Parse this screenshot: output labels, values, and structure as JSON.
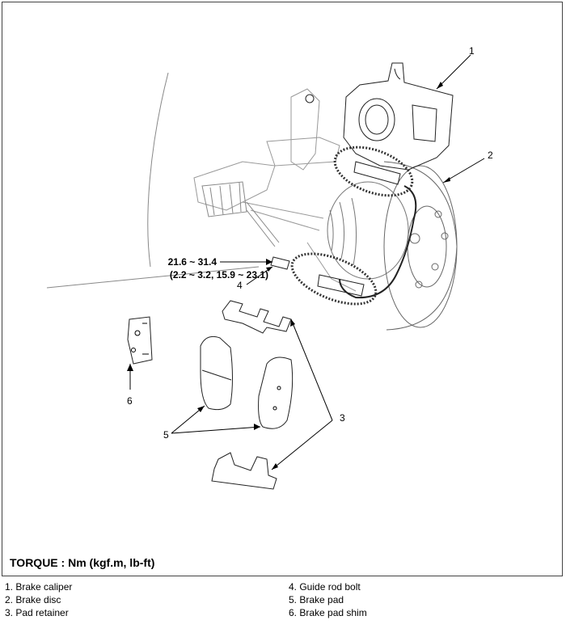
{
  "torque_spec": {
    "nm": "21.6 ~ 31.4",
    "alt": "(2.2 ~ 3.2, 15.9 ~ 23.1)"
  },
  "callouts": [
    "1",
    "2",
    "3",
    "4",
    "5",
    "6"
  ],
  "torque_label": "TORQUE : Nm (kgf.m, lb-ft)",
  "legend": {
    "left": [
      "1. Brake caliper",
      "2. Brake disc",
      "3. Pad retainer"
    ],
    "right": [
      "4. Guide rod bolt",
      "5. Brake pad",
      "6. Brake pad shim"
    ]
  }
}
